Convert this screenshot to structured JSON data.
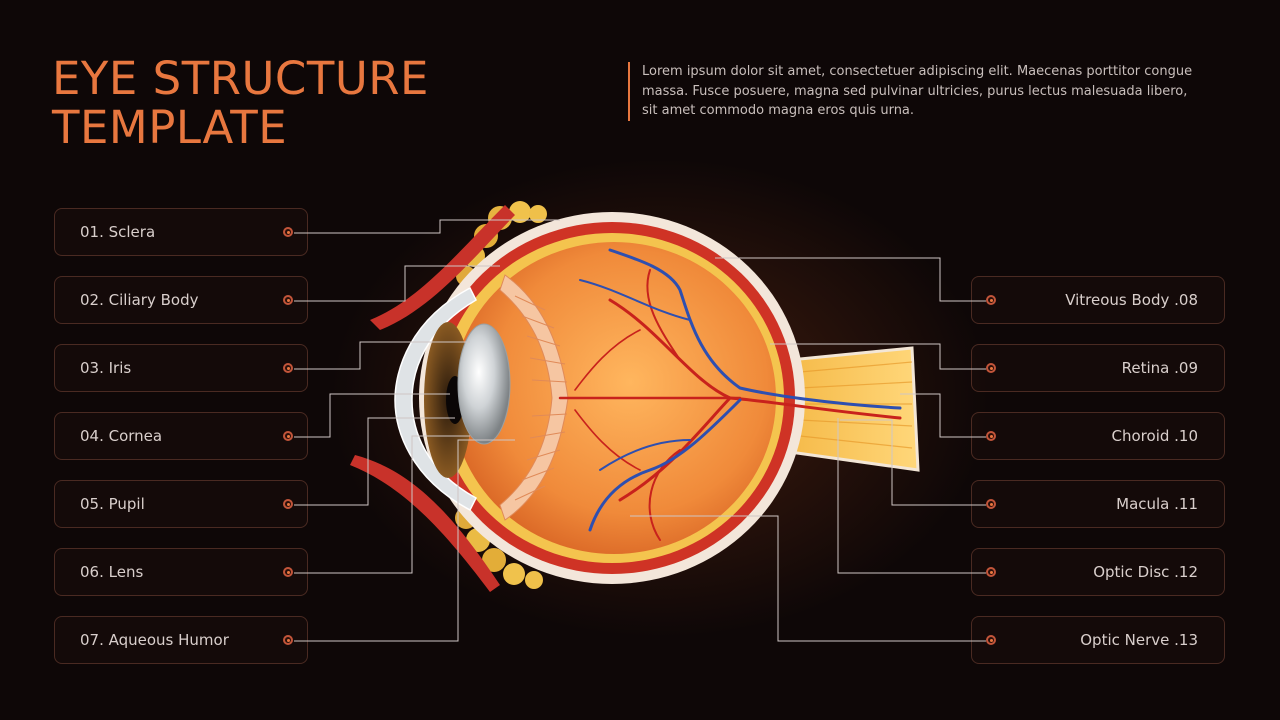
{
  "header": {
    "title_line1": "EYE STRUCTURE",
    "title_line2": "TEMPLATE",
    "description": "Lorem ipsum dolor sit amet, consectetuer adipiscing elit. Maecenas porttitor congue massa. Fusce posuere, magna sed pulvinar ultricies, purus lectus malesuada libero, sit amet commodo magna eros quis urna."
  },
  "labels_left": [
    {
      "text": "01. Sclera"
    },
    {
      "text": "02. Ciliary Body"
    },
    {
      "text": "03. Iris"
    },
    {
      "text": "04. Cornea"
    },
    {
      "text": "05. Pupil"
    },
    {
      "text": "06. Lens"
    },
    {
      "text": "07. Aqueous Humor"
    }
  ],
  "labels_right": [
    {
      "text": "Vitreous Body .08"
    },
    {
      "text": "Retina .09"
    },
    {
      "text": "Choroid .10"
    },
    {
      "text": "Macula .11"
    },
    {
      "text": "Optic Disc .12"
    },
    {
      "text": "Optic Nerve .13"
    }
  ],
  "colors": {
    "accent": "#e8773f",
    "background": "#0e0707",
    "connector": "#cfc6c4"
  }
}
